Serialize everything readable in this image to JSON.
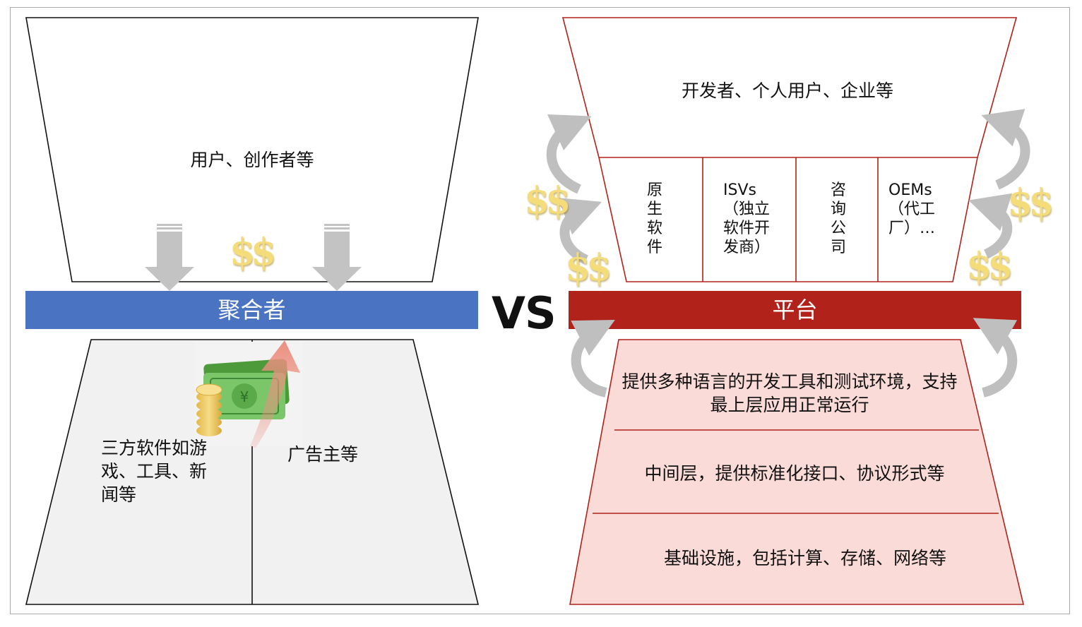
{
  "left": {
    "top_label": "用户、创作者等",
    "bar_label": "聚合者",
    "bottom_left_label": "三方软件如游戏、工具、新闻等",
    "bottom_right_label": "广告主等",
    "dollar": "$$"
  },
  "vs_label": "VS",
  "right": {
    "top_label": "开发者、个人用户、企业等",
    "columns": [
      "原\n生\n软\n件",
      "ISVs\n（独立\n软件开\n发商）",
      "咨\n询\n公\n司",
      "OEMs\n（代工\n厂）…"
    ],
    "bar_label": "平台",
    "layers": [
      "提供多种语言的开发工具和测试环境，支持最上层应用正常运行",
      "中间层，提供标准化接口、协议形式等",
      "基础设施，包括计算、存储、网络等"
    ],
    "dollar": "$$"
  },
  "colors": {
    "left_bar": "#4a73c2",
    "right_bar": "#b0221a",
    "right_outline": "#b0221a",
    "right_layer_fill": "#fadbd8",
    "left_bottom_fill": "#f1f1f1",
    "arrow_gray": "#bfbfbf",
    "dollar_gold": "#f4dc7a",
    "money_arrow": "#ec8f7f"
  }
}
